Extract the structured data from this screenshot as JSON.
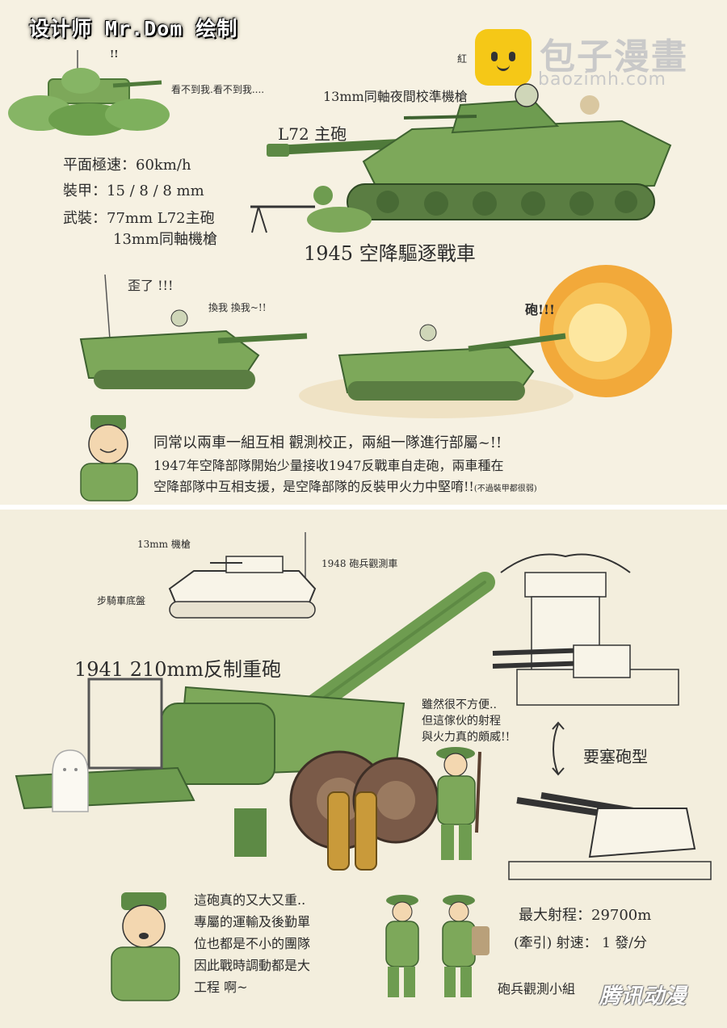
{
  "header": {
    "credit": "设计师  Mr.Dom  绘制"
  },
  "watermark": {
    "site_name": "包子漫畫",
    "site_url": "baozimh.com",
    "icon": "bun-mascot-icon"
  },
  "top_section": {
    "title": "1945 空降驅逐戰車",
    "notes": {
      "hiding": "看不到我.看不到我....",
      "hidden_marks": "!!",
      "coax_mg": "13mm同軸夜間校準機槍",
      "main_gun": "L72 主砲",
      "crooked": "歪了 !!!",
      "swap": "換我 換我~!!",
      "fire": "砲!!!",
      "partial_label": "紅"
    },
    "specs": {
      "speed": "平面極速：60km/h",
      "armor": "裝甲：15 / 8 / 8 mm",
      "weapon_1": "武裝：77mm L72主砲",
      "weapon_2": "13mm同軸機槍"
    },
    "caption": {
      "line_1": "同常以兩車一組互相 觀測校正，兩組一隊進行部屬~!!",
      "line_2": "1947年空降部隊開始少量接收1947反戰車自走砲，兩車種在",
      "line_3": "空降部隊中互相支援，是空降部隊的反裝甲火力中堅唷!!",
      "line_3_aside": "(不過裝甲都很弱)"
    }
  },
  "bottom_section": {
    "title": "1941  210mm反制重砲",
    "notes": {
      "observe_mg": "13mm 機槍",
      "observe_vehicle": "1948 砲兵觀測車",
      "chassis": "步騎車底盤",
      "fortress_type": "要塞砲型",
      "inconvenient_1": "雖然很不方便..",
      "inconvenient_2": "但這傢伙的射程",
      "inconvenient_3": "與火力真的頗威!!",
      "observer_team": "砲兵觀測小組"
    },
    "specs": {
      "range": "最大射程：29700m",
      "rate": "(牽引) 射速： 1 發/分"
    },
    "caption": {
      "line_1": "這砲真的又大又重..",
      "line_2": "專屬的運輸及後勤單",
      "line_3": "位也都是不小的團隊",
      "line_4": "因此戰時調動都是大",
      "line_5": "工程 啊~"
    }
  },
  "footer": {
    "badge": "腾讯动漫"
  },
  "colors": {
    "paper": "#f6f1e2",
    "tank_green": "#7da85a",
    "tank_dark": "#4f7a3a",
    "muzzle_flash": "#f2a93a",
    "flash_core": "#fde7a0",
    "shell_brass": "#c99a3a",
    "ink": "#2c2c2c"
  }
}
